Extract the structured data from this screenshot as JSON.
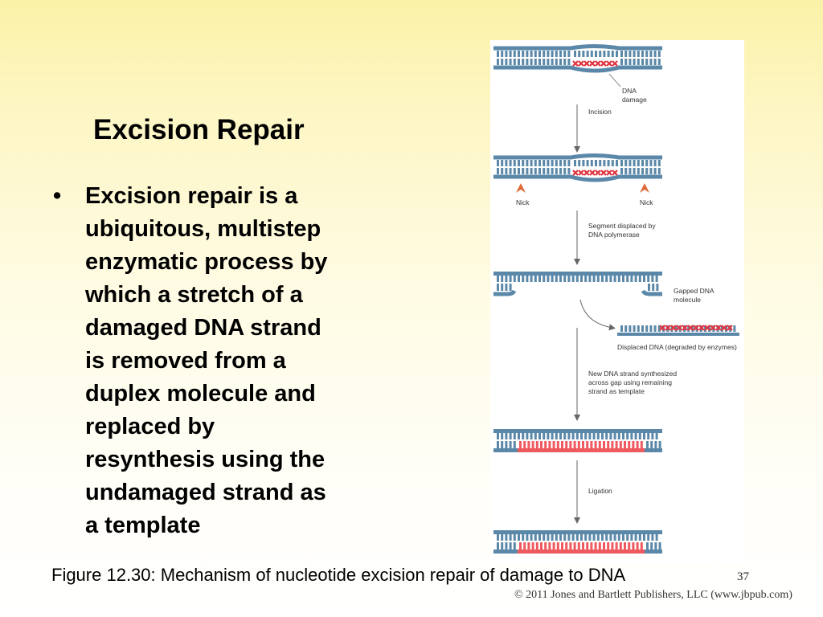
{
  "slide": {
    "title": "Excision Repair",
    "bullet_symbol": "•",
    "bullet_lines": [
      "Excision repair is a",
      "ubiquitous, multistep",
      "enzymatic process by",
      "which a stretch of a",
      "damaged DNA strand",
      "is removed from a",
      "duplex molecule and",
      "replaced by",
      "resynthesis using the",
      "undamaged strand as",
      "a template"
    ],
    "caption": "Figure 12.30: Mechanism of nucleotide excision repair of damage to DNA",
    "page_number": "37",
    "copyright": "© 2011 Jones and Bartlett Publishers, LLC (www.jbpub.com)"
  },
  "diagram": {
    "labels": {
      "dna_damage_1": "DNA",
      "dna_damage_2": "damage",
      "incision": "Incision",
      "nick_left": "Nick",
      "nick_right": "Nick",
      "segment_1": "Segment displaced by",
      "segment_2": "DNA polymerase",
      "gapped_1": "Gapped DNA",
      "gapped_2": "molecule",
      "displaced": "Displaced DNA (degraded by enzymes)",
      "new_strand_1": "New DNA strand synthesized",
      "new_strand_2": "across gap using remaining",
      "new_strand_3": "strand as template",
      "ligation": "Ligation"
    },
    "colors": {
      "strand": "#5b88a8",
      "strand_dark": "#3f6b8c",
      "damage": "#e0333f",
      "new_dna": "#ee5a5f",
      "arrow": "#666666",
      "nick": "#e06a3a"
    }
  }
}
